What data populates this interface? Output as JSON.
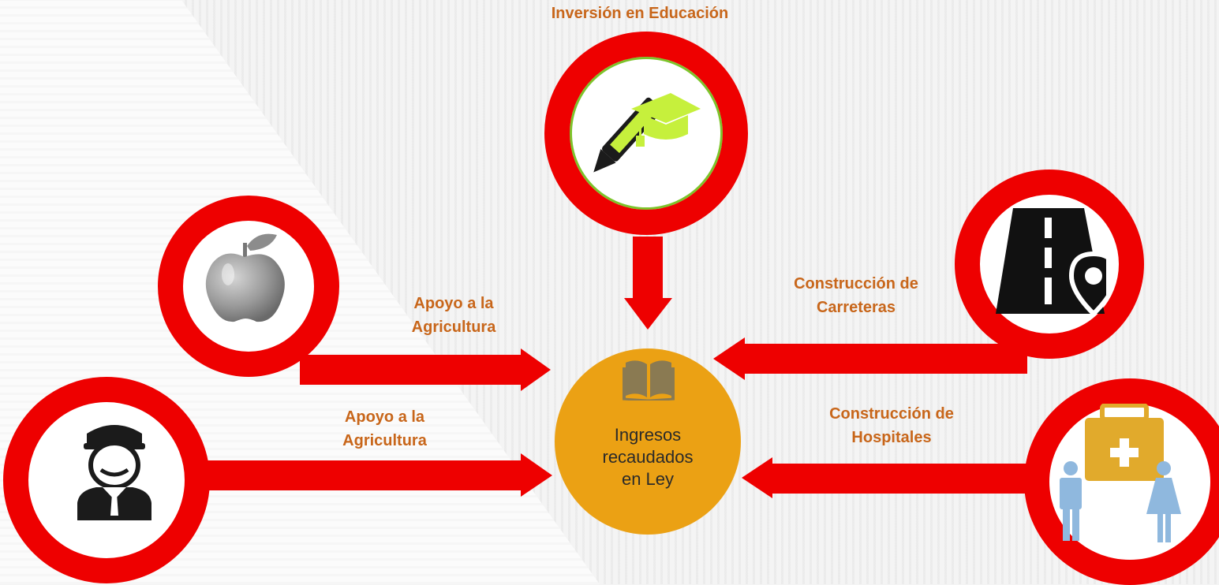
{
  "center": {
    "line1": "Ingresos",
    "line2": "recaudados",
    "line3": "en Ley"
  },
  "nodes": {
    "education": {
      "label": "Inversión en Educación",
      "icon": "graduation-pencil-icon"
    },
    "agriculture": {
      "label_line1": "Apoyo a la",
      "label_line2": "Agricultura",
      "icon": "apple-icon"
    },
    "security": {
      "label_line1": "Apoyo a la",
      "label_line2": "Agricultura",
      "icon": "officer-icon"
    },
    "roads": {
      "label_line1": "Construcción de",
      "label_line2": "Carreteras",
      "icon": "road-location-icon"
    },
    "hospitals": {
      "label_line1": "Construcción de",
      "label_line2": "Hospitales",
      "icon": "medical-kit-people-icon"
    }
  },
  "colors": {
    "ring": "#ee0000",
    "label": "#c8661a",
    "hub": "#eba114",
    "education_icon": "#c6f03c",
    "hospital_icon": "#8fb8de"
  }
}
